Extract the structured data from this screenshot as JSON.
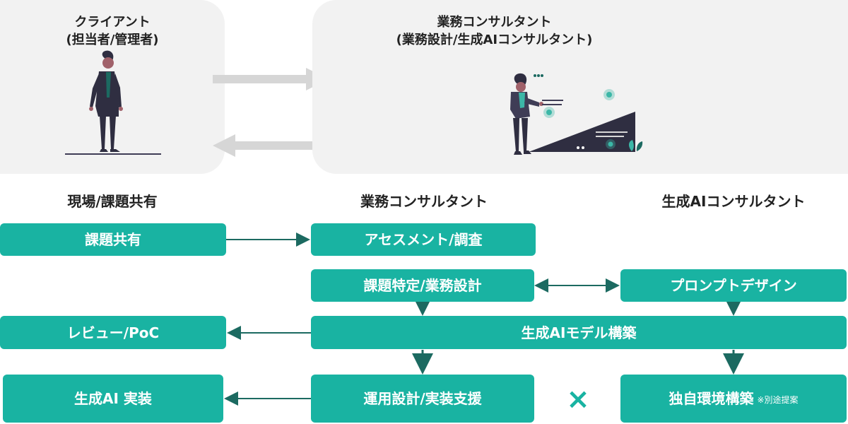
{
  "colors": {
    "teal": "#19b3a2",
    "dark_teal": "#1c6a61",
    "panel_bg": "#f2f2f2",
    "gray_arrow": "#d6d6d6",
    "dark_figure": "#2f2e41",
    "skin": "#a0616a",
    "accent": "#3cb7a7"
  },
  "top": {
    "client_title": "クライアント\n(担当者/管理者)",
    "consultant_title": "業務コンサルタント\n(業務設計/生成AIコンサルタント)"
  },
  "columns": {
    "left_label": "現場/課題共有",
    "middle_label": "業務コンサルタント",
    "right_label": "生成AIコンサルタント"
  },
  "boxes": {
    "task_share": "課題共有",
    "assessment": "アセスメント/調査",
    "problem_design": "課題特定/業務設計",
    "prompt_design": "プロンプトデザイン",
    "review_poc": "レビュー/PoC",
    "model_build": "生成AIモデル構築",
    "implement": "生成AI 実装",
    "operation_support": "運用設計/実装支援",
    "custom_env": "独自環境構築",
    "custom_env_note": "※別途提案"
  },
  "symbols": {
    "cross": "×"
  },
  "icons": {
    "client_illustration": "standing-person-icon",
    "consultant_illustration": "presentation-person-icon",
    "top_right_arrow": "arrow-right-icon",
    "top_left_arrow": "arrow-left-icon"
  }
}
